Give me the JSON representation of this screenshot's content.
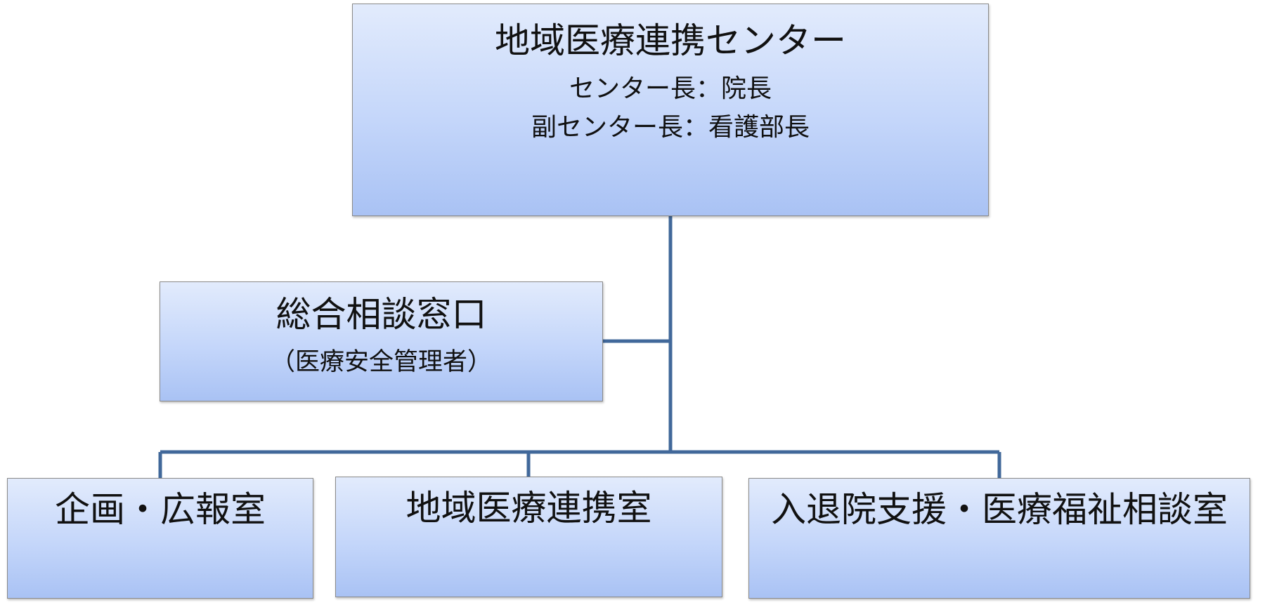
{
  "center": {
    "title": "地域医療連携センター",
    "head": "センター長：院長",
    "deputy": "副センター長：看護部長"
  },
  "consultation": {
    "title": "総合相談窓口",
    "note": "（医療安全管理者）"
  },
  "departments": [
    {
      "title": "企画・広報室"
    },
    {
      "title": "地域医療連携室"
    },
    {
      "title": "入退院支援・医療福祉相談室"
    }
  ],
  "colors": {
    "connector": "#41689a",
    "box_border": "#8a8a8a",
    "box_top": "#e2ebfc",
    "box_bottom": "#a9c2f4"
  }
}
